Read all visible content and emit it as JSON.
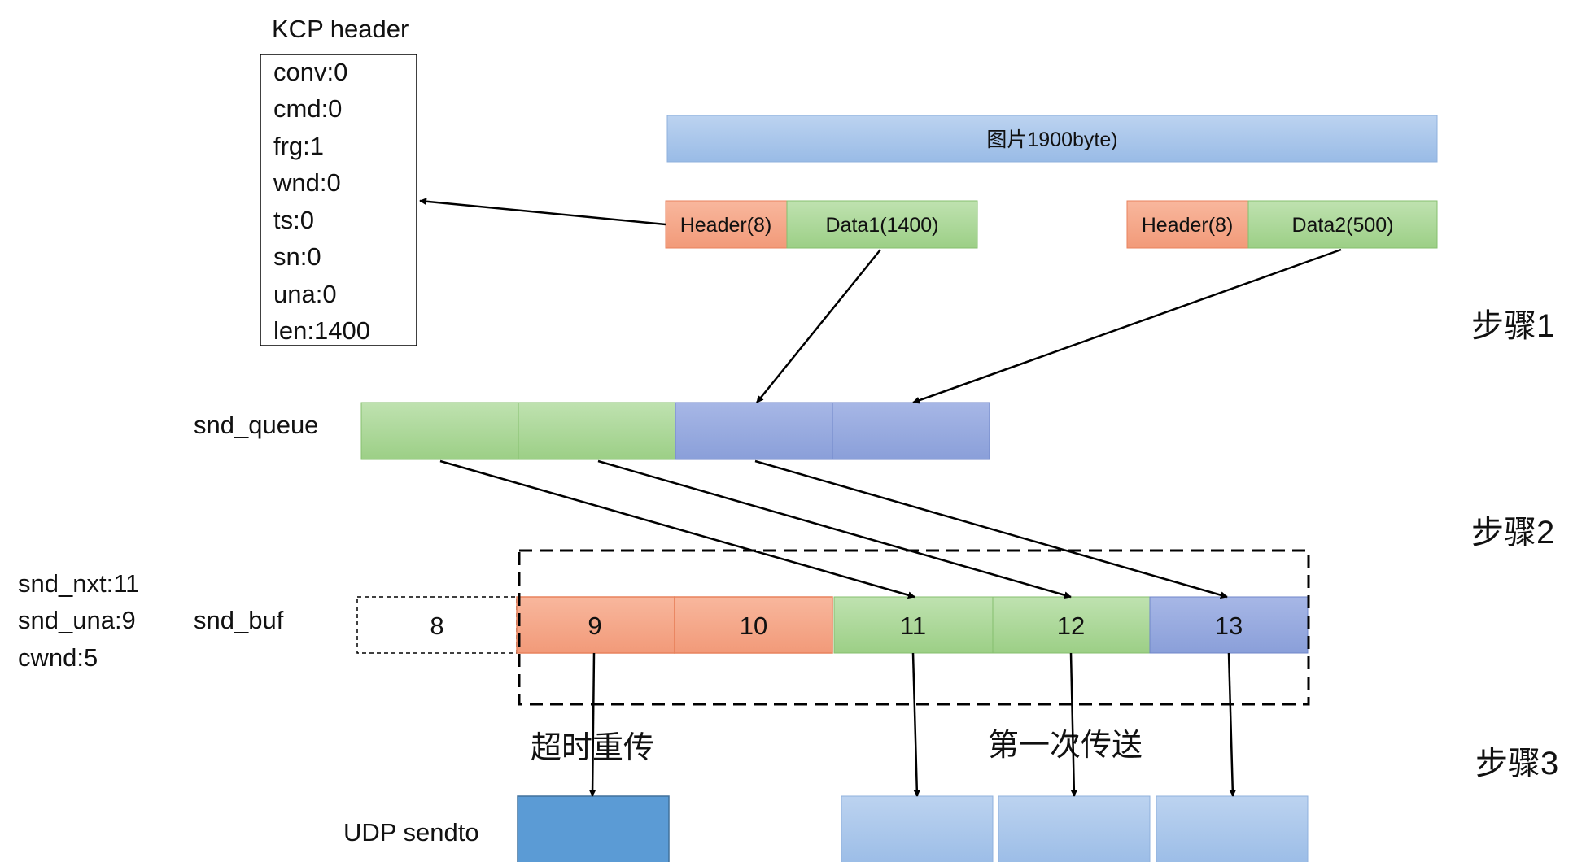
{
  "kcp_header": {
    "title": "KCP header",
    "fields": [
      "conv:0",
      "cmd:0",
      "frg:1",
      "wnd:0",
      "ts:0",
      "sn:0",
      "una:0",
      "len:1400"
    ]
  },
  "image_bar": {
    "label": "图片1900byte)"
  },
  "fragments": [
    {
      "header": "Header(8)",
      "data": "Data1(1400)"
    },
    {
      "header": "Header(8)",
      "data": "Data2(500)"
    }
  ],
  "steps": [
    "步骤1",
    "步骤2",
    "步骤3"
  ],
  "snd_queue": {
    "label": "snd_queue"
  },
  "snd_buf": {
    "label": "snd_buf",
    "cells": [
      "8",
      "9",
      "10",
      "11",
      "12",
      "13"
    ]
  },
  "state": {
    "snd_nxt": "snd_nxt:11",
    "snd_una": "snd_una:9",
    "cwnd": "cwnd:5"
  },
  "annotations": {
    "timeout_retransmit": "超时重传",
    "first_send": "第一次传送"
  },
  "udp": {
    "label": "UDP sendto"
  },
  "colors": {
    "bar_blue": "#a9c6ea",
    "header_orange": "#f6a98a",
    "data_green": "#acd79a",
    "queue_purple": "#94a8de",
    "udp_dark": "#5b9bd5",
    "udp_light": "#a9c6ea"
  }
}
